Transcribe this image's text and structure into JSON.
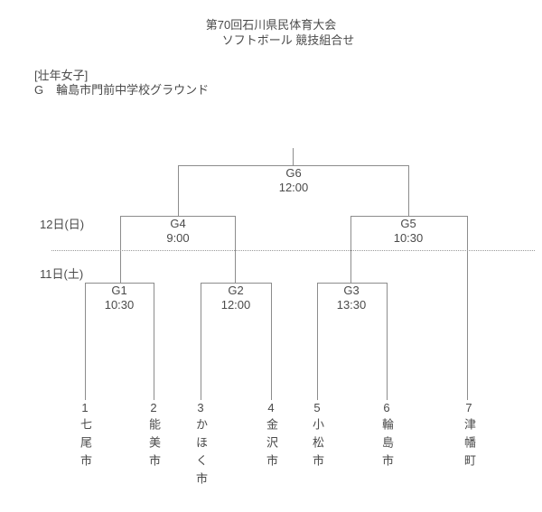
{
  "header": {
    "title_line1": "第70回石川県民体育大会",
    "title_line2": "ソフトボール 競技組合せ",
    "category": "[壮年女子]",
    "venue_code": "G",
    "venue_name": "輪島市門前中学校グラウンド"
  },
  "schedule": {
    "day2_label": "12日(日)",
    "day1_label": "11日(土)"
  },
  "games": [
    {
      "id": "G1",
      "time": "10:30"
    },
    {
      "id": "G2",
      "time": "12:00"
    },
    {
      "id": "G3",
      "time": "13:30"
    },
    {
      "id": "G4",
      "time": "9:00"
    },
    {
      "id": "G5",
      "time": "10:30"
    },
    {
      "id": "G6",
      "time": "12:00"
    }
  ],
  "teams": [
    {
      "number": "1",
      "name": "七尾市"
    },
    {
      "number": "2",
      "name": "能美市"
    },
    {
      "number": "3",
      "name": "かほく市"
    },
    {
      "number": "4",
      "name": "金沢市"
    },
    {
      "number": "5",
      "name": "小松市"
    },
    {
      "number": "6",
      "name": "輪島市"
    },
    {
      "number": "7",
      "name": "津幡町"
    }
  ],
  "colors": {
    "line": "#8c8c8c",
    "text": "#4a4a4a",
    "bg": "#ffffff"
  }
}
